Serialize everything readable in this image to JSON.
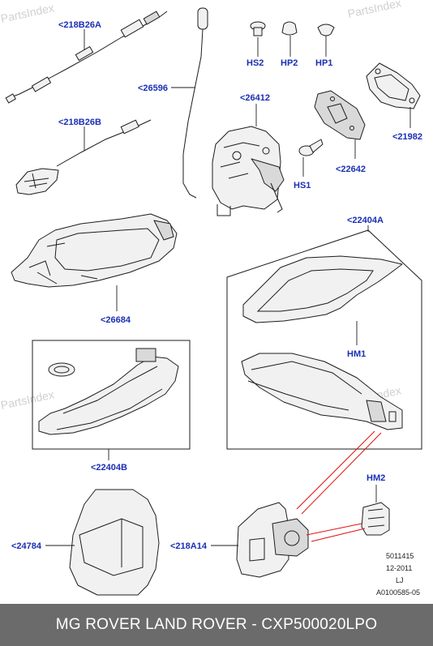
{
  "watermark": "PartsIndex",
  "callouts": {
    "c218B26A": "<218B26A",
    "c218B26B": "<218B26B",
    "c26596": "<26596",
    "cHS2": "HS2",
    "cHP2": "HP2",
    "cHP1": "HP1",
    "c26412": "<26412",
    "c21982": "<21982",
    "c22642": "<22642",
    "cHS1": "HS1",
    "c22404A": "<22404A",
    "c26684": "<26684",
    "cHM1": "HM1",
    "c22404B": "<22404B",
    "cHM2": "HM2",
    "c24784": "<24784",
    "c218A14": "<218A14"
  },
  "meta": {
    "code": "5011415",
    "date": "12-2011",
    "initials": "LJ",
    "ref": "A0100585-05"
  },
  "footer": {
    "caption": "MG ROVER LAND ROVER - CXP500020LPO"
  },
  "colors": {
    "callout_blue": "#1a2fb5",
    "footer_bg": "#6b6b6b",
    "leader_red": "#e01010"
  }
}
